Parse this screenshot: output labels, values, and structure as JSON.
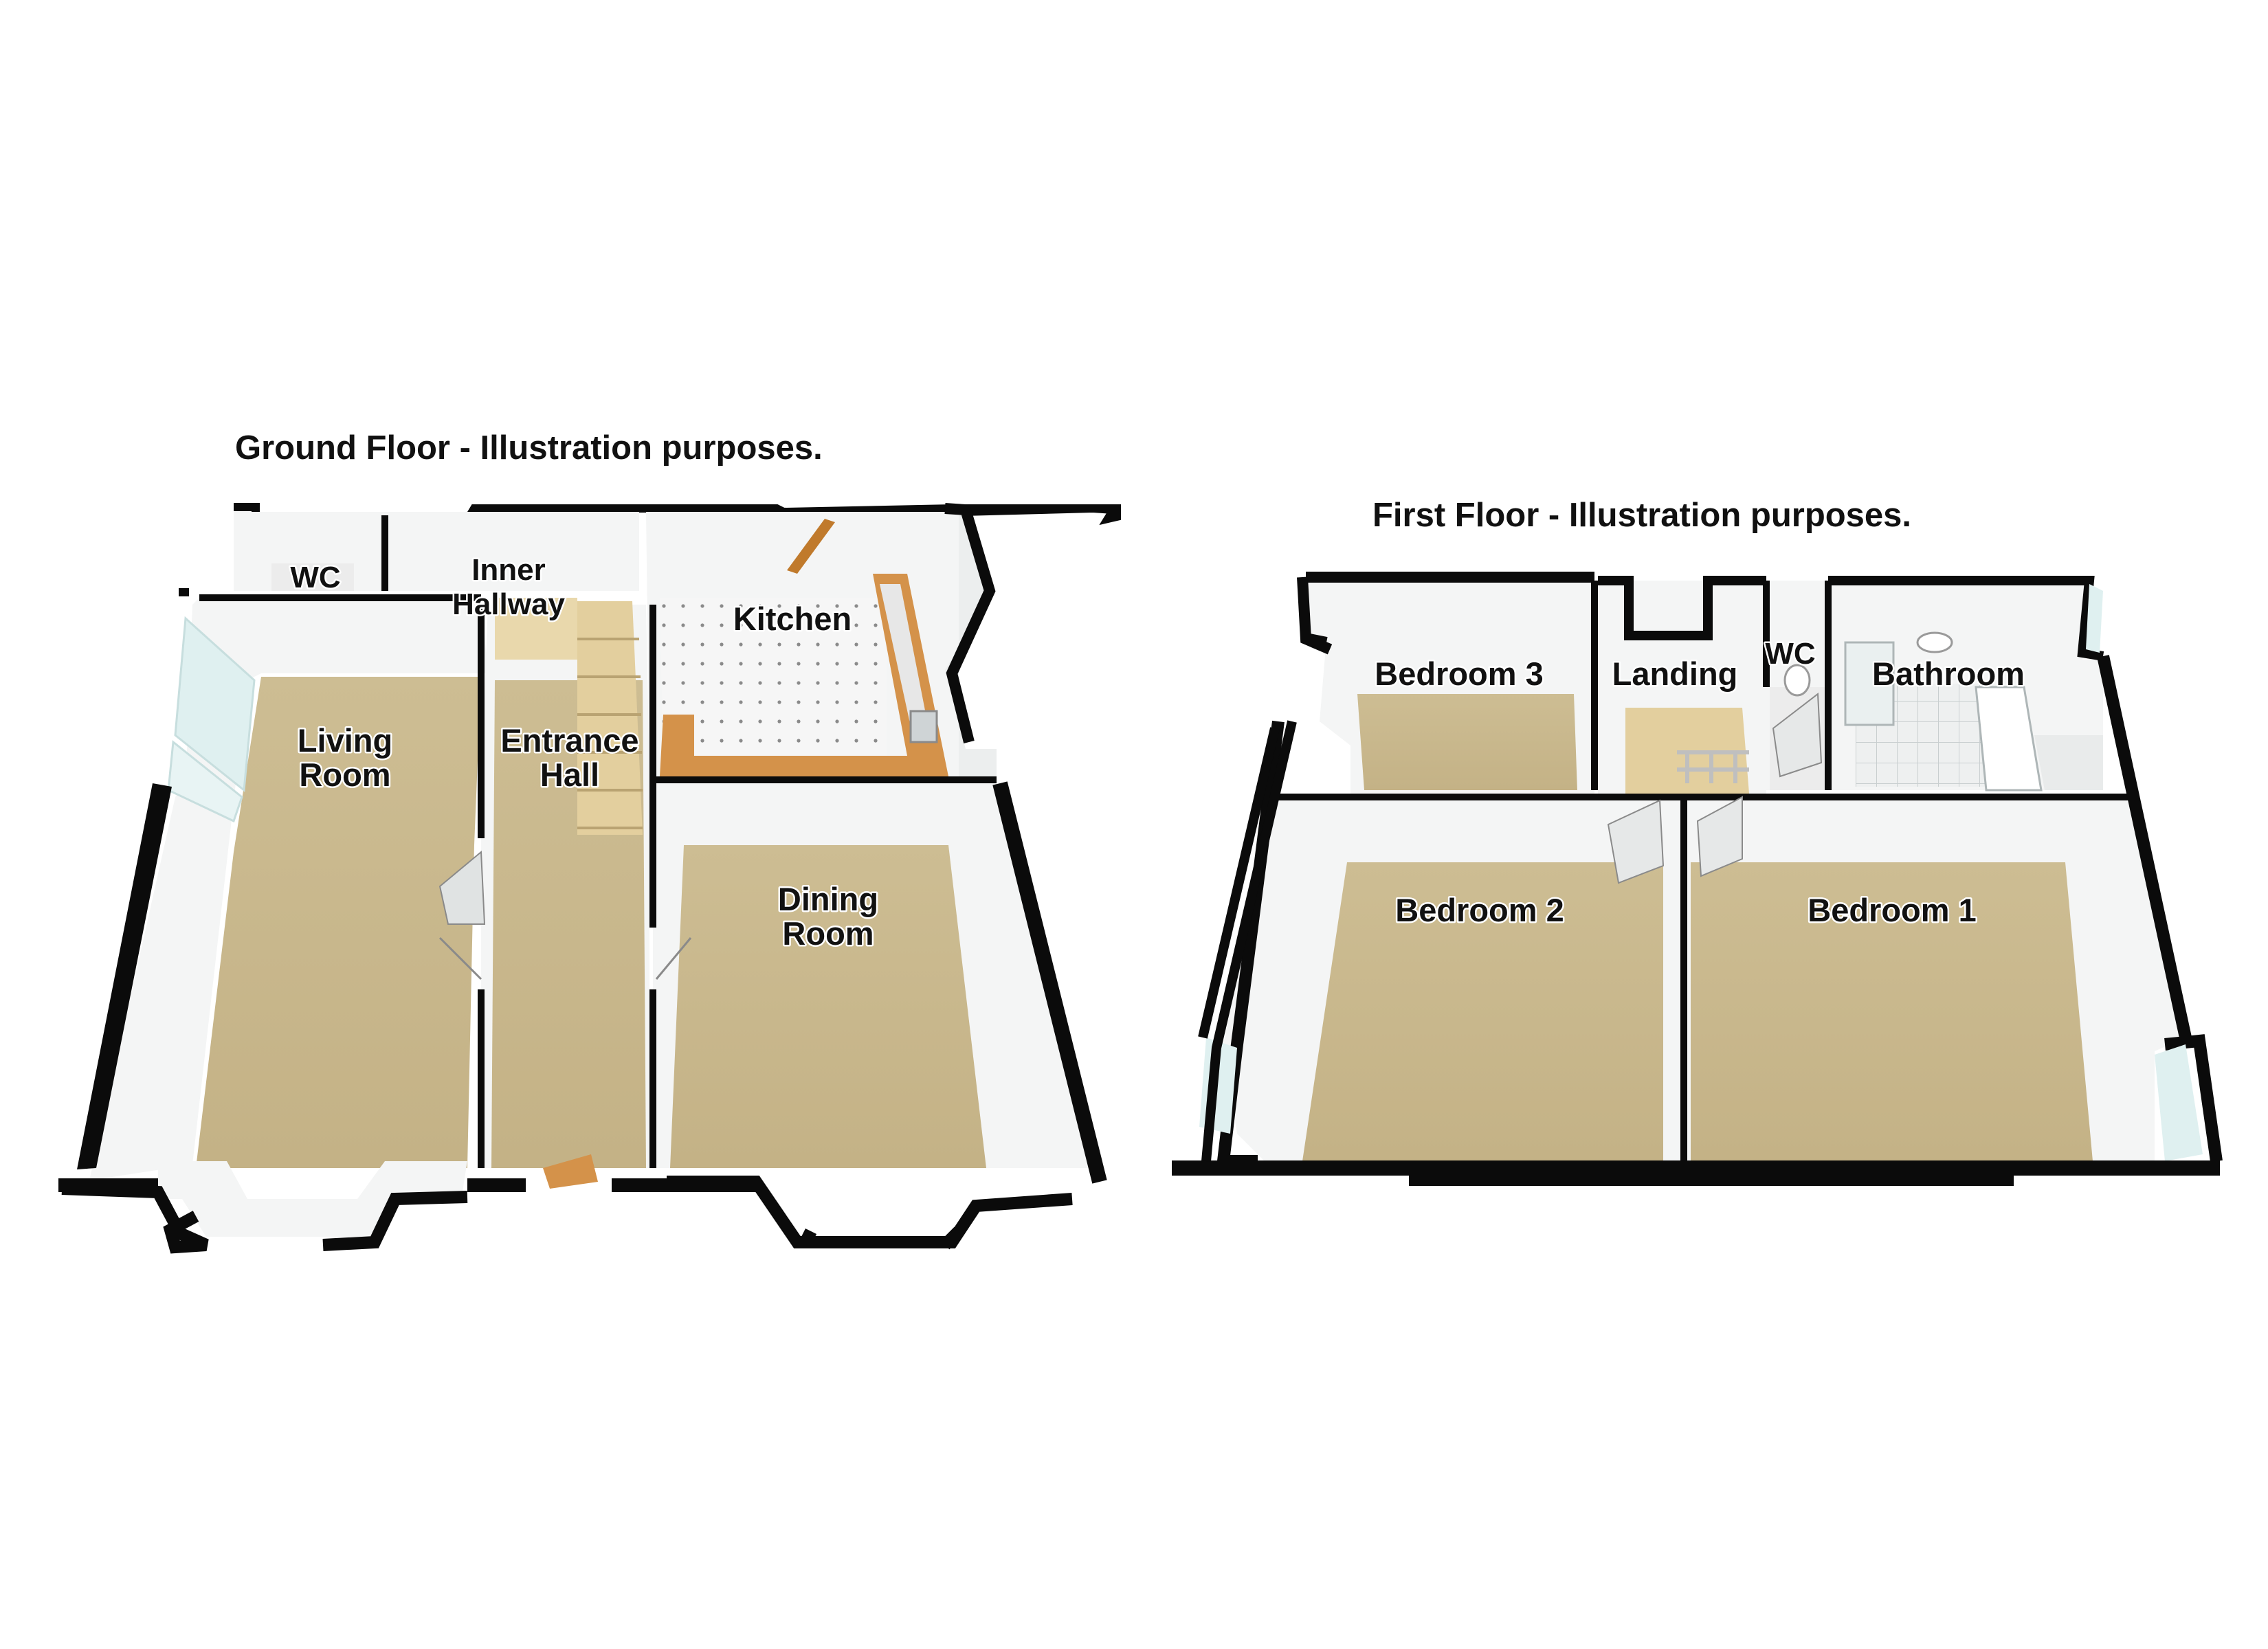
{
  "floors": [
    {
      "title": "Ground Floor - Illustration purposes.",
      "rooms": [
        {
          "id": "wc-ground",
          "lines": [
            "WC"
          ]
        },
        {
          "id": "inner-hallway",
          "lines": [
            "Inner",
            "Hallway"
          ]
        },
        {
          "id": "kitchen",
          "lines": [
            "Kitchen"
          ]
        },
        {
          "id": "living-room",
          "lines": [
            "Living",
            "Room"
          ]
        },
        {
          "id": "entrance-hall",
          "lines": [
            "Entrance",
            "Hall"
          ]
        },
        {
          "id": "dining-room",
          "lines": [
            "Dining",
            "Room"
          ]
        }
      ]
    },
    {
      "title": "First Floor - Illustration purposes.",
      "rooms": [
        {
          "id": "bedroom-3",
          "lines": [
            "Bedroom 3"
          ]
        },
        {
          "id": "landing",
          "lines": [
            "Landing"
          ]
        },
        {
          "id": "wc-first",
          "lines": [
            "WC"
          ]
        },
        {
          "id": "bathroom",
          "lines": [
            "Bathroom"
          ]
        },
        {
          "id": "bedroom-2",
          "lines": [
            "Bedroom 2"
          ]
        },
        {
          "id": "bedroom-1",
          "lines": [
            "Bedroom 1"
          ]
        }
      ]
    }
  ],
  "colors": {
    "carpet": "#c9b98f",
    "carpet_dark": "#b5a57a",
    "wall_face": "#f4f5f5",
    "wall_top": "#0b0b0b",
    "kitchen_floor": "#f6f6f6",
    "worktop": "#d4924a",
    "stairs": "#e3cf9e",
    "door": "#c07a2c",
    "window": "#dff0f0"
  }
}
